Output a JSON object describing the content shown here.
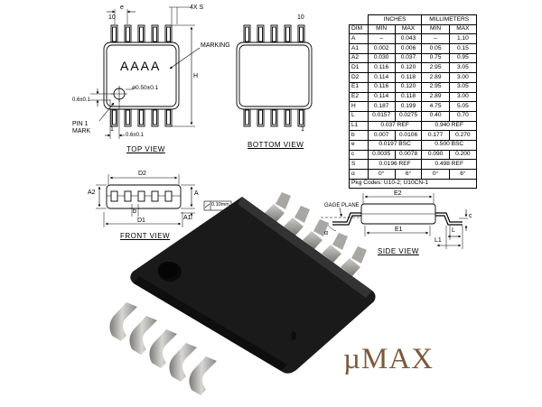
{
  "top_view": {
    "title": "TOP VIEW",
    "pin10_label": "10",
    "pin1_label": "1",
    "dim_e": "e",
    "dim_4xs": "4X S",
    "marking_text": "AAAA",
    "marking_label": "MARKING",
    "hole_dia": "ø0.50±0.1",
    "dim_h": "H",
    "dim_06_left": "0.6±0.1",
    "dim_06_bottom": "0.6±0.1",
    "pin1_mark": "PIN 1\nMARK"
  },
  "bottom_view": {
    "title": "BOTTOM VIEW",
    "pin10_label": "10",
    "pin1_label": "1"
  },
  "front_view": {
    "title": "FRONT VIEW",
    "dim_d2": "D2",
    "dim_d1": "D1",
    "dim_a2": "A2",
    "dim_a": "A",
    "dim_a1": "A1",
    "dim_b": "b",
    "flatness": "0.10mm"
  },
  "side_view": {
    "title": "SIDE VIEW",
    "gage_plane": "GAGE PLANE",
    "dim_e2": "E2",
    "dim_e1": "E1",
    "dim_l": "L",
    "dim_l1": "L1",
    "dim_c": "c",
    "dim_alpha": "α"
  },
  "dimension_table": {
    "header_inches": "INCHES",
    "header_mm": "MILLIMETERS",
    "col_dim": "DIM",
    "col_min": "MIN",
    "col_max": "MAX",
    "rows": [
      {
        "dim": "A",
        "in_min": "–",
        "in_max": "0.043",
        "mm_min": "–",
        "mm_max": "1.10"
      },
      {
        "dim": "A1",
        "in_min": "0.002",
        "in_max": "0.006",
        "mm_min": "0.05",
        "mm_max": "0.15"
      },
      {
        "dim": "A2",
        "in_min": "0.030",
        "in_max": "0.037",
        "mm_min": "0.75",
        "mm_max": "0.95"
      },
      {
        "dim": "D1",
        "in_min": "0.116",
        "in_max": "0.120",
        "mm_min": "2.95",
        "mm_max": "3.05"
      },
      {
        "dim": "D2",
        "in_min": "0.114",
        "in_max": "0.118",
        "mm_min": "2.89",
        "mm_max": "3.00"
      },
      {
        "dim": "E1",
        "in_min": "0.116",
        "in_max": "0.120",
        "mm_min": "2.95",
        "mm_max": "3.05"
      },
      {
        "dim": "E2",
        "in_min": "0.114",
        "in_max": "0.118",
        "mm_min": "2.89",
        "mm_max": "3.00"
      },
      {
        "dim": "H",
        "in_min": "0.187",
        "in_max": "0.199",
        "mm_min": "4.75",
        "mm_max": "5.05"
      },
      {
        "dim": "L",
        "in_min": "0.0157",
        "in_max": "0.0275",
        "mm_min": "0.40",
        "mm_max": "0.70"
      },
      {
        "dim": "L1",
        "in_span": "0.037 REF",
        "mm_span": "0.940 REF"
      },
      {
        "dim": "b",
        "in_min": "0.007",
        "in_max": "0.0106",
        "mm_min": "0.177",
        "mm_max": "0.270"
      },
      {
        "dim": "e",
        "in_span": "0.0197 BSC",
        "mm_span": "0.500 BSC"
      },
      {
        "dim": "c",
        "in_min": "0.0035",
        "in_max": "0.0078",
        "mm_min": "0.090",
        "mm_max": "0.200"
      },
      {
        "dim": "S",
        "in_span": "0.0196 REF",
        "mm_span": "0.498 REF"
      },
      {
        "dim": "α",
        "in_min": "0°",
        "in_max": "6°",
        "mm_min": "0°",
        "mm_max": "6°"
      }
    ],
    "pkg_codes": "Pkg Codes:  U10-2;  U10CN-1"
  },
  "logo_text": "µMAX"
}
